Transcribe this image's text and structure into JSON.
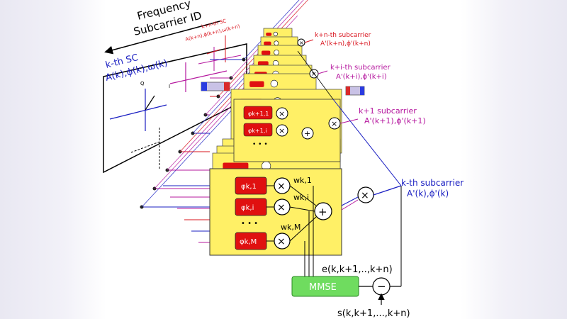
{
  "header": {
    "frequency": "Frequency",
    "subcarrier_id": "Subcarrier ID"
  },
  "panel": {
    "kth_sc": "k-th SC",
    "kth_params": "A(k),ϕ(k),ω(k)",
    "kn_sc": "k+n-th SC",
    "kn_params": "A(k+n),ϕ(k+n),ω(k+n)",
    "axis_q": "Q",
    "axis_i": "I"
  },
  "subcarriers": [
    {
      "id": "kn",
      "name": "k+n-th subcarrier",
      "params": "A'(k+n),ϕ'(k+n)",
      "color": "#d9141e"
    },
    {
      "id": "ki",
      "name": "k+i-th subcarrier",
      "params": "A'(k+i),ϕ'(k+i)",
      "color": "#b5179e"
    },
    {
      "id": "k1",
      "name": "k+1 subcarrier",
      "params": "A'(k+1),ϕ'(k+1)",
      "color": "#b5179e"
    },
    {
      "id": "k",
      "name": "k-th subcarrier",
      "params": "A'(k),ϕ'(k)",
      "color": "#1a1fc2"
    }
  ],
  "front_block": {
    "phi_1": "φk,1",
    "phi_i": "φk,i",
    "phi_m": "φk,M",
    "w_1": "wk,1",
    "w_i": "wk,i",
    "w_m": "wk,M",
    "dots": "• • •"
  },
  "mid_block": {
    "phi_1": "φk+1,1",
    "phi_i": "φk+1,i"
  },
  "mmse": {
    "label": "MMSE",
    "error": "e(k,k+1,..,k+n)",
    "reference": "s(k,k+1,...,k+n)"
  },
  "colors": {
    "block_fill": "#fff066",
    "phi_fill": "#e01010",
    "mmse_fill": "#6fdc5f",
    "blue": "#1a1fc2",
    "magenta": "#b5179e",
    "red": "#d9141e"
  }
}
